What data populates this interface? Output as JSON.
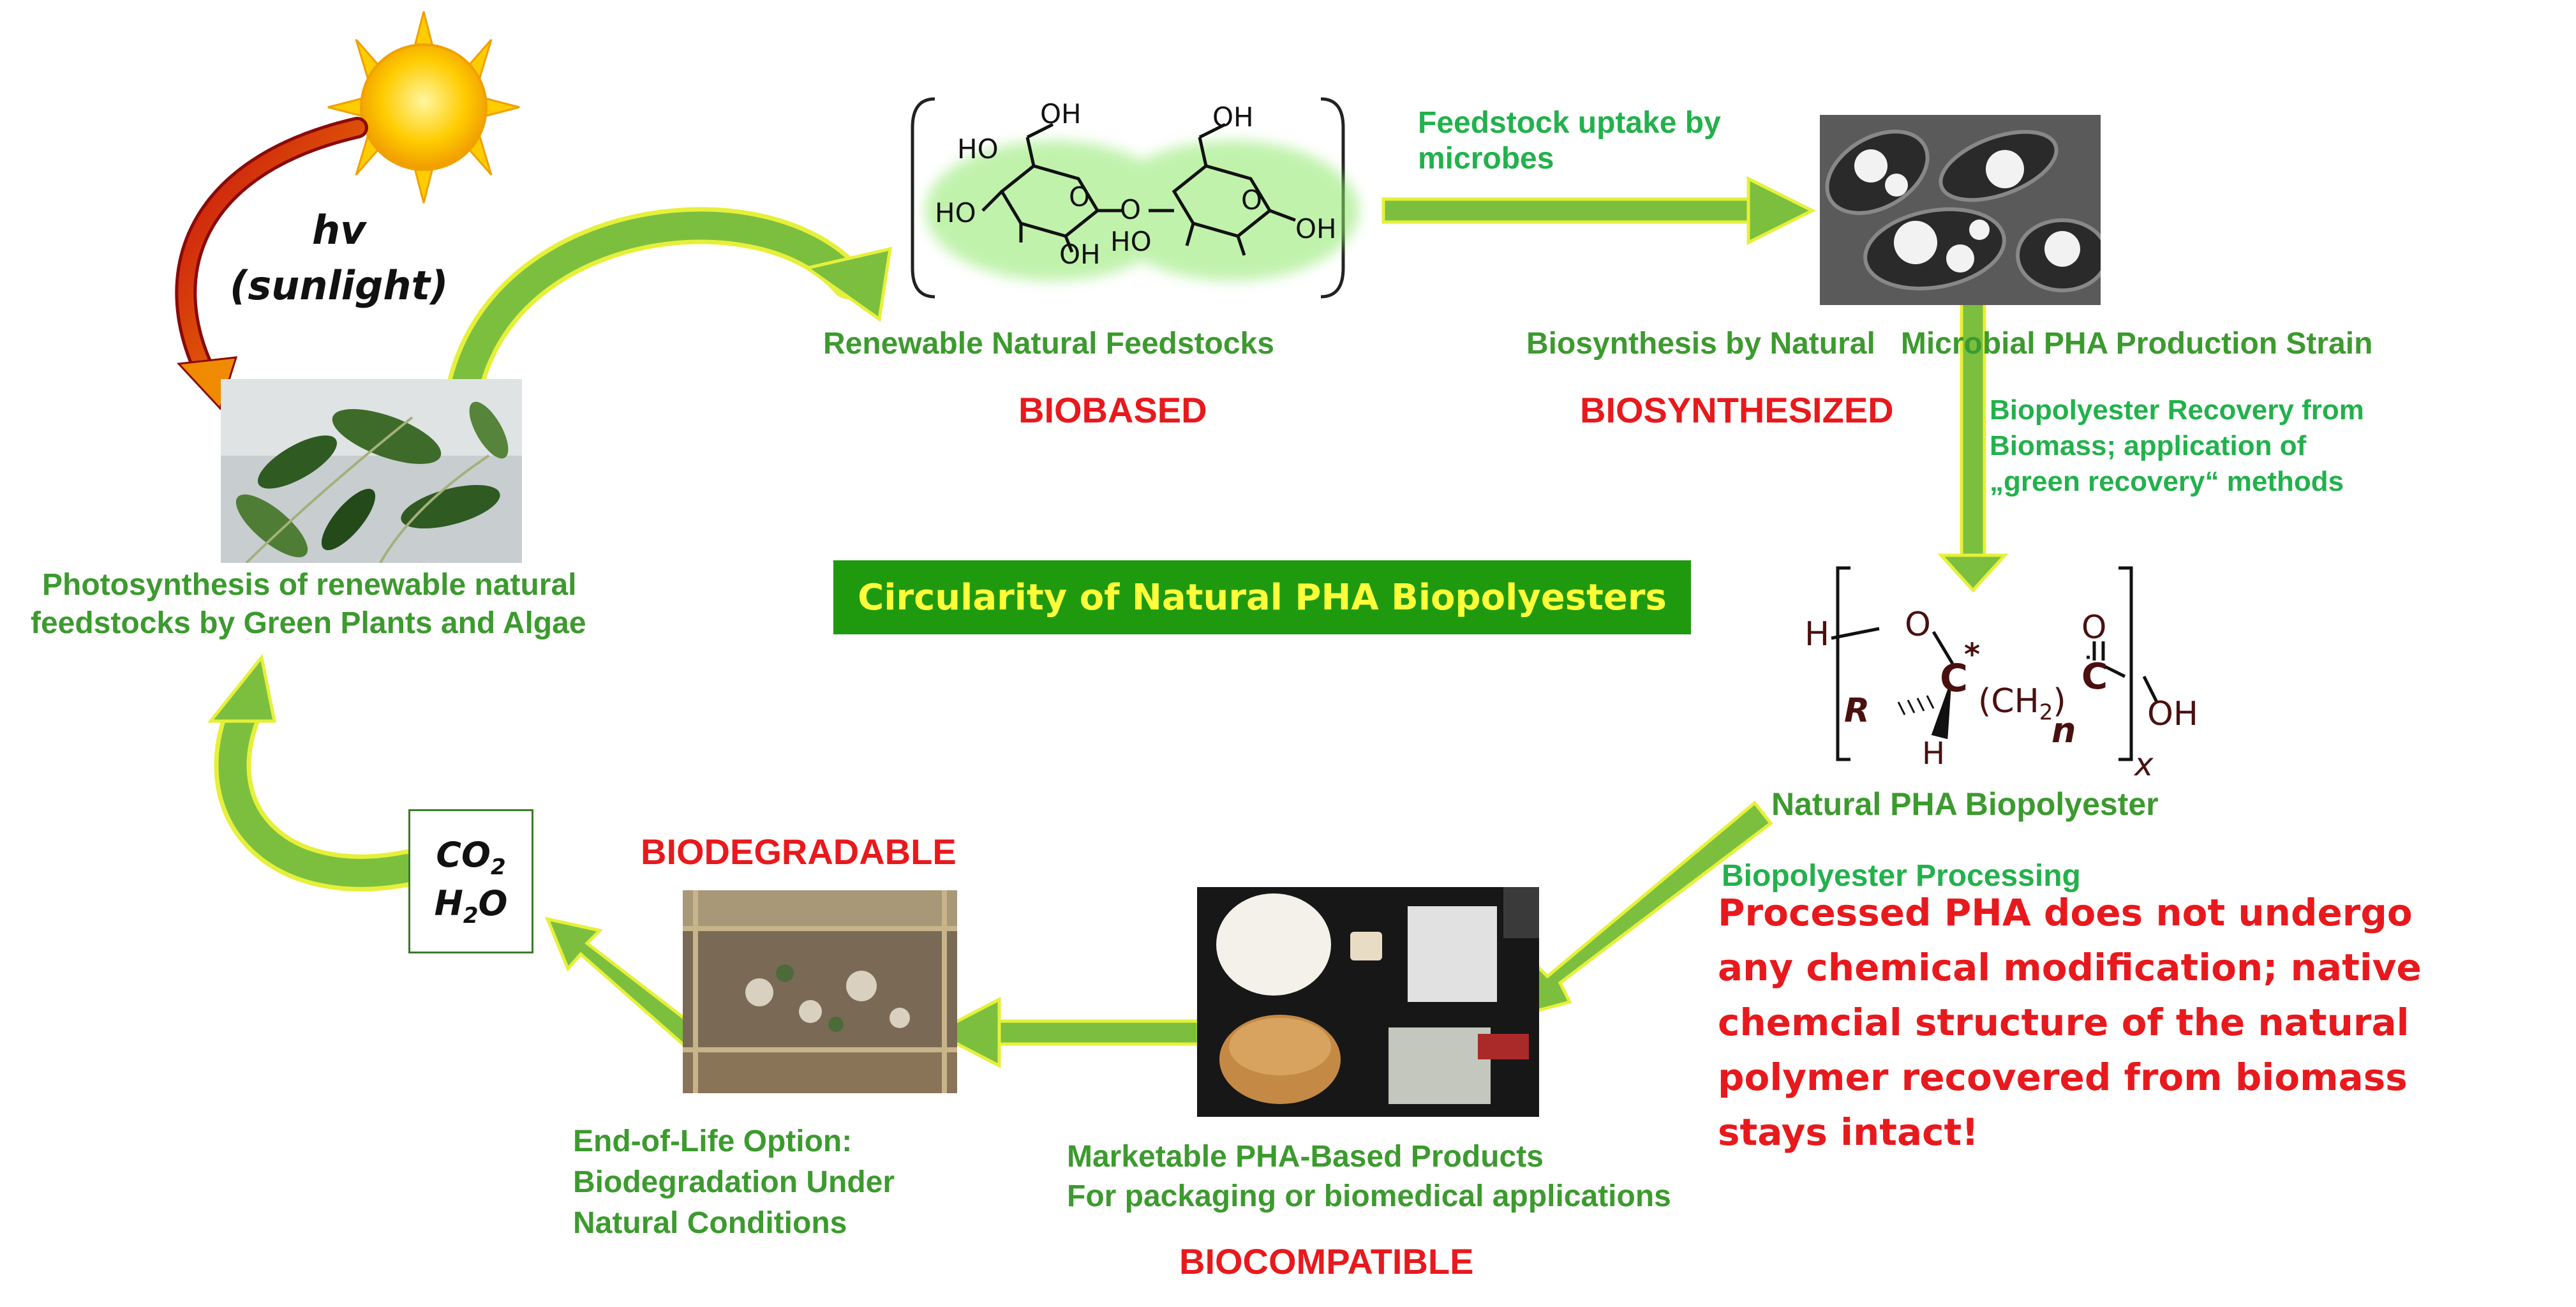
{
  "title": "Circularity of Natural PHA Biopolyesters",
  "sun": {
    "line1": "hv",
    "line2": "(sunlight)"
  },
  "labels": {
    "feedstocks": "Renewable Natural Feedstocks",
    "biobased": "BIOBASED",
    "uptake1": "Feedstock uptake by",
    "uptake2": "microbes",
    "biosynthesis": "Biosynthesis by Natural   Microbial PHA Production Strain",
    "biosynthesized": "BIOSYNTHESIZED",
    "recovery1": "Biopolyester Recovery from",
    "recovery2": "Biomass; application of",
    "recovery3": "„green recovery“ methods",
    "photosynthesis1": "Photosynthesis of renewable natural",
    "photosynthesis2": "feedstocks by Green Plants and Algae",
    "pha": "Natural PHA Biopolyester",
    "processing": "Biopolyester Processing",
    "note1": "Processed PHA does not undergo",
    "note2": "any chemical modification; native",
    "note3": "chemcial structure of the natural",
    "note4": "polymer recovered from biomass",
    "note5": "stays intact!",
    "biodegradable": "BIODEGRADABLE",
    "eol1": "End-of-Life Option:",
    "eol2": "Biodegradation Under",
    "eol3": "Natural Conditions",
    "products1": "Marketable PHA-Based Products",
    "products2": "For packaging or biomedical applications",
    "biocompatible": "BIOCOMPATIBLE"
  },
  "co2": {
    "co": "CO",
    "co_sub": "2",
    "h": "H",
    "h_sub": "2",
    "o": "O"
  },
  "chem": {
    "ho1": "HO",
    "ho2": "HO",
    "oh1": "OH",
    "oh2": "OH",
    "oh3": "OH",
    "oh4": "OH",
    "ho3": "HO",
    "ob": "O",
    "o1": "O",
    "o2": "O",
    "pha_h": "H",
    "pha_o": "O",
    "pha_c": "C",
    "pha_star": "*",
    "pha_ch2": "(CH",
    "pha_2": "2",
    "pha_paren": ")",
    "pha_n": "n",
    "pha_c2": "C",
    "pha_o2": "O",
    "pha_oh": "OH",
    "pha_r": "R",
    "pha_h2": "H",
    "pha_x": "x"
  },
  "colors": {
    "arrow_green": "#7cbf3f",
    "arrow_edge": "#e6f03a",
    "text_green": "#3c9a2e",
    "text_lime": "#22b14c",
    "text_red": "#e8191d",
    "title_bg": "#1f9a0f",
    "title_fg": "#ffff3a"
  }
}
